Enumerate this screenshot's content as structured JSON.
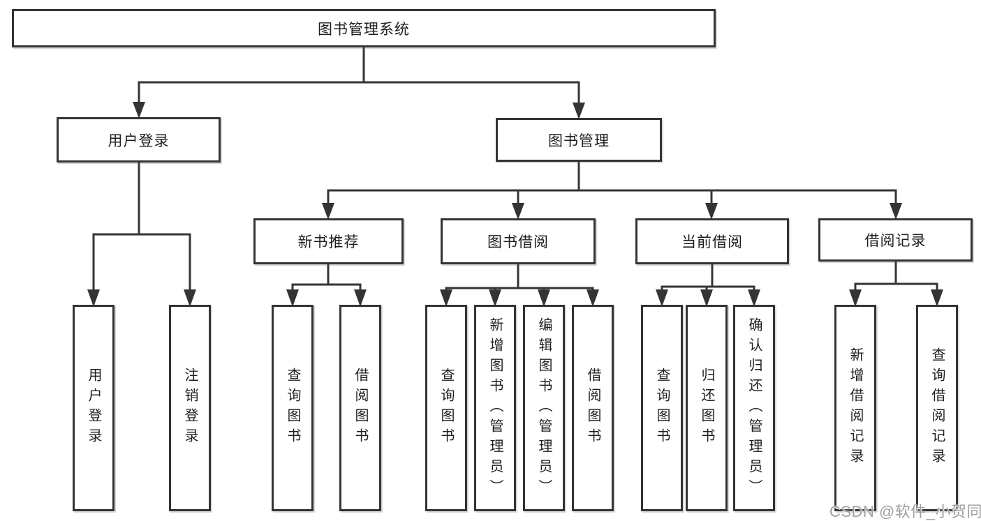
{
  "diagram": {
    "title": "图书管理系统",
    "nodes": {
      "root": "图书管理系统",
      "level2": [
        "用户登录",
        "图书管理"
      ],
      "level3": [
        "新书推荐",
        "图书借阅",
        "当前借阅",
        "借阅记录"
      ],
      "leaves": [
        "用户登录",
        "注销登录",
        "查询图书",
        "借阅图书",
        "查询图书",
        "新增图书（管理员）",
        "编辑图书（管理员）",
        "借阅图书",
        "查询图书",
        "归还图书",
        "确认归还（管理员）",
        "新增借阅记录",
        "查询借阅记录"
      ]
    },
    "structure": {
      "图书管理系统": [
        "用户登录",
        "图书管理"
      ],
      "用户登录": [
        "用户登录",
        "注销登录"
      ],
      "图书管理": [
        "新书推荐",
        "图书借阅",
        "当前借阅",
        "借阅记录"
      ],
      "新书推荐": [
        "查询图书",
        "借阅图书"
      ],
      "图书借阅": [
        "查询图书",
        "新增图书（管理员）",
        "编辑图书（管理员）",
        "借阅图书"
      ],
      "当前借阅": [
        "查询图书",
        "归还图书",
        "确认归还（管理员）"
      ],
      "借阅记录": [
        "新增借阅记录",
        "查询借阅记录"
      ]
    },
    "colors": {
      "line": "#343434",
      "box_border": "#343434",
      "text": "#1f1f1f",
      "background": "#ffffff",
      "watermark": "#a0a0a0"
    }
  },
  "watermark": {
    "text": "CSDN @软件_小贺同学"
  }
}
